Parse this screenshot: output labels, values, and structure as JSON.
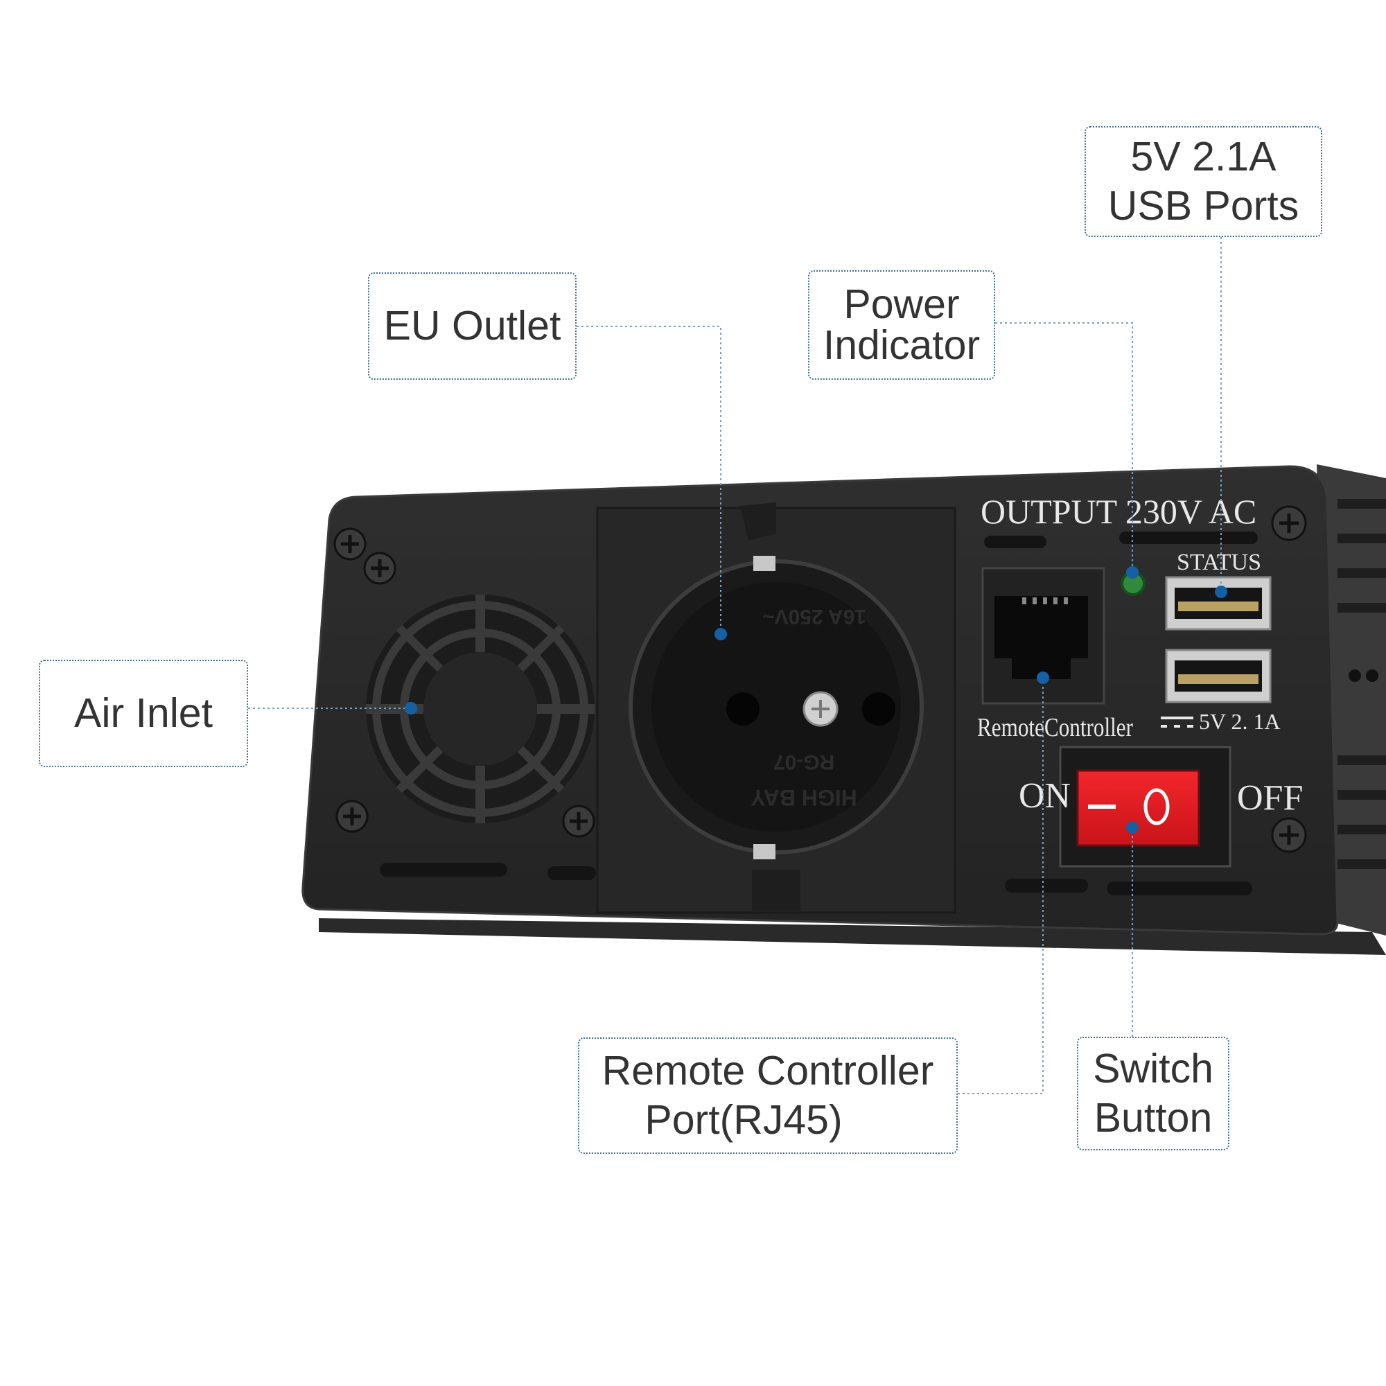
{
  "callouts": {
    "usb_ports": {
      "line1": "5V 2.1A",
      "line2": "USB Ports"
    },
    "eu_outlet": {
      "line1": "EU Outlet"
    },
    "power_indicator": {
      "line1": "Power",
      "line2": "Indicator"
    },
    "air_inlet": {
      "line1": "Air Inlet"
    },
    "remote_port": {
      "line1": "Remote Controller",
      "line2": "Port(RJ45)"
    },
    "switch_button": {
      "line1": "Switch",
      "line2": "Button"
    }
  },
  "device": {
    "output_label": "OUTPUT  230V  AC",
    "status_label": "STATUS",
    "remote_label": "RemoteController",
    "usb_rating": "5V  2. 1A",
    "on_label": "ON",
    "off_label": "OFF",
    "socket_rating": "16A 250V~",
    "socket_model": "RG-07",
    "socket_brand": "HIGH BAY"
  },
  "colors": {
    "callout_border": "#3f6f96",
    "leader_dot": "#1560a3",
    "device_body": "#2b2b2b",
    "switch_red": "#e8191e",
    "indicator_green": "#2f8a3a"
  }
}
